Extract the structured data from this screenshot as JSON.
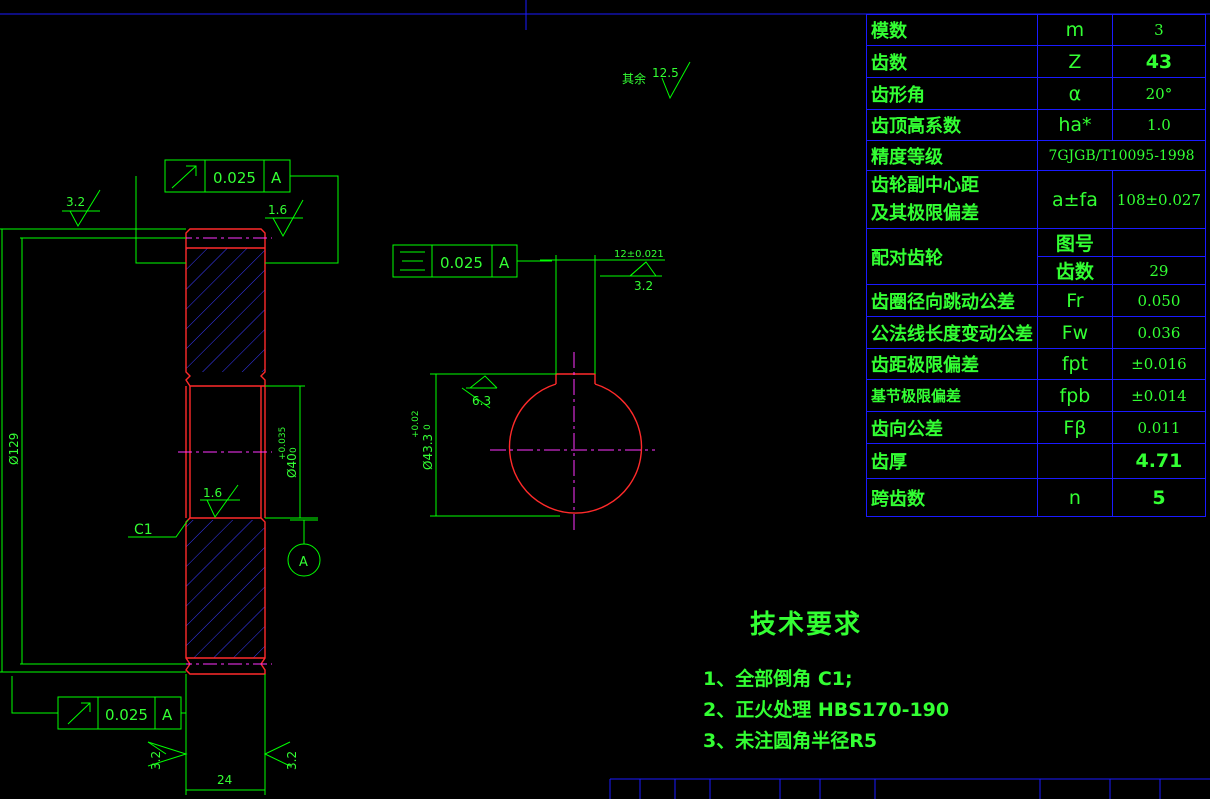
{
  "params": {
    "rows": [
      {
        "name": "模数",
        "symbol": "m",
        "value": "3"
      },
      {
        "name": "齿数",
        "symbol": "Z",
        "value": "43"
      },
      {
        "name": "齿形角",
        "symbol": "α",
        "value": "20°"
      },
      {
        "name": "齿顶高系数",
        "symbol": "ha*",
        "value": "1.0"
      },
      {
        "name": "精度等级",
        "symbol": "",
        "value": "7GJGB/T10095-1998"
      },
      {
        "name_line1": "齿轮副中心距",
        "name_line2": "及其极限偏差",
        "symbol": "a±fa",
        "value": "108±0.027"
      },
      {
        "name": "配对齿轮",
        "sub1": "图号",
        "sub1_value": "",
        "sub2": "齿数",
        "sub2_value": "29"
      },
      {
        "name": "齿圈径向跳动公差",
        "symbol": "Fr",
        "value": "0.050"
      },
      {
        "name": "公法线长度变动公差",
        "symbol": "Fw",
        "value": "0.036"
      },
      {
        "name": "齿距极限偏差",
        "symbol": "fpt",
        "value": "±0.016"
      },
      {
        "name": "基节极限偏差",
        "symbol": "fpb",
        "value": "±0.014"
      },
      {
        "name": "齿向公差",
        "symbol": "Fβ",
        "value": "0.011"
      },
      {
        "name": "齿厚",
        "symbol": "",
        "value": "4.71"
      },
      {
        "name": "跨齿数",
        "symbol": "n",
        "value": "5"
      }
    ]
  },
  "requirements": {
    "title": "技术要求",
    "items": [
      "1、全部倒角 C1;",
      "2、正火处理 HBS170-190",
      "3、未注圆角半径R5"
    ]
  },
  "drawing": {
    "roughness_other_label": "其余",
    "roughness_other_value": "12.5",
    "tol_top_value": "0.025",
    "tol_top_datum": "A",
    "tol_bottom_value": "0.025",
    "tol_bottom_datum": "A",
    "tol_sym_value": "0.025",
    "tol_sym_datum": "A",
    "rough_tl": "3.2",
    "rough_tr": "1.6",
    "rough_mid": "1.6",
    "rough_bl": "3.2",
    "rough_br": "3.2",
    "rough_bore": "6.3",
    "rough_key": "3.2",
    "dim_od": "Ø129",
    "dim_bore_base": "Ø40",
    "dim_bore_tol_up": "+0.035",
    "dim_bore_tol_lo": "0",
    "dim_width": "24",
    "dim_keyway_width": "12±0.021",
    "dim_keyway_depth_base": "Ø43.3",
    "dim_keyway_depth_up": "+0.02",
    "dim_keyway_depth_lo": "0",
    "chamfer_label": "C1",
    "datum_label": "A"
  },
  "colors": {
    "frame": "#1a1aff",
    "text": "#33ff33",
    "outline": "#ff2a2a",
    "center": "#ff33ff",
    "hatch": "#3a3aff",
    "dim": "#00ff00"
  }
}
